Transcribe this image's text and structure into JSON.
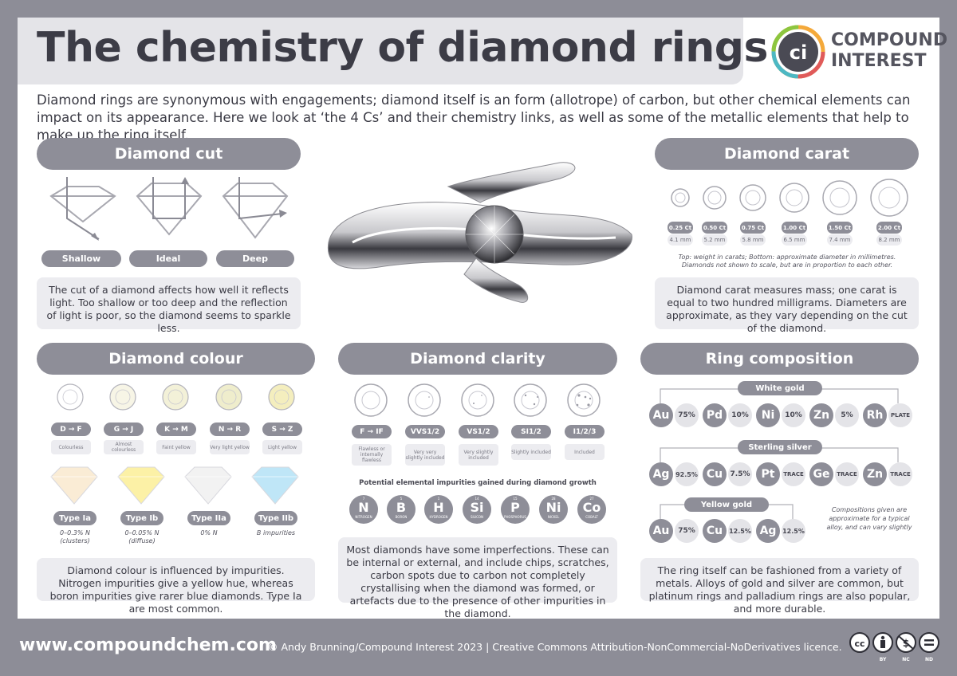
{
  "header": {
    "title": "The chemistry of diamond rings",
    "logo_line1": "COMPOUND",
    "logo_line2": "INTEREST",
    "logo_mark": "ci"
  },
  "intro": "Diamond rings are synonymous with engagements; diamond itself is an form (allotrope) of carbon, but other chemical elements can impact on its appearance. Here we look at ‘the 4 Cs’ and their chemistry links, as well as some of the metallic elements that help to make up the ring itself.",
  "cut": {
    "heading": "Diamond cut",
    "labels": [
      "Shallow",
      "Ideal",
      "Deep"
    ],
    "description": "The cut of a diamond affects how well it reflects light. Too shallow or too deep and the reflection of light is poor, so the diamond seems to sparkle less."
  },
  "carat": {
    "heading": "Diamond carat",
    "weights": [
      "0.25 Ct",
      "0.50 Ct",
      "0.75 Ct",
      "1.00 Ct",
      "1.50 Ct",
      "2.00 Ct"
    ],
    "diameters": [
      "4.1 mm",
      "5.2 mm",
      "5.8 mm",
      "6.5 mm",
      "7.4 mm",
      "8.2 mm"
    ],
    "note": "Top: weight in carats; Bottom: approximate diameter in millimetres. Diamonds not shown to scale, but are in proportion to each other.",
    "description": "Diamond carat measures mass; one carat is equal to two hundred milligrams. Diameters are approximate, as they vary depending on the cut of the diamond."
  },
  "colour": {
    "heading": "Diamond colour",
    "grades": [
      "D → F",
      "G → J",
      "K → M",
      "N → R",
      "S → Z"
    ],
    "grade_labels": [
      "Colourless",
      "Almost colourless",
      "Faint yellow",
      "Very light yellow",
      "Light yellow"
    ],
    "types": [
      "Type Ia",
      "Type Ib",
      "Type IIa",
      "Type IIb"
    ],
    "type_notes": [
      "0–0.3% N (clusters)",
      "0–0.05% N (diffuse)",
      "0% N",
      "B impurities"
    ],
    "description": "Diamond colour is influenced by impurities. Nitrogen impurities give a yellow hue, whereas boron impurities give rarer blue diamonds. Type Ia are most common.",
    "gem_colors": [
      "#faecd5",
      "#fcf1a6",
      "#f2f2f2",
      "#bfe6f7"
    ]
  },
  "clarity": {
    "heading": "Diamond clarity",
    "grades": [
      "F → IF",
      "VVS1/2",
      "VS1/2",
      "SI1/2",
      "I1/2/3"
    ],
    "grade_labels": [
      "Flawless or internally flawless",
      "Very very slightly included",
      "Very slightly included",
      "Slightly included",
      "Included"
    ],
    "impurities_heading": "Potential elemental impurities gained during diamond growth",
    "elements": [
      {
        "num": "7",
        "sym": "N",
        "name": "NITROGEN"
      },
      {
        "num": "5",
        "sym": "B",
        "name": "BORON"
      },
      {
        "num": "1",
        "sym": "H",
        "name": "HYDROGEN"
      },
      {
        "num": "14",
        "sym": "Si",
        "name": "SILICON"
      },
      {
        "num": "15",
        "sym": "P",
        "name": "PHOSPHORUS"
      },
      {
        "num": "28",
        "sym": "Ni",
        "name": "NICKEL"
      },
      {
        "num": "27",
        "sym": "Co",
        "name": "COBALT"
      }
    ],
    "description": "Most diamonds have some imperfections. These can be internal or external, and include chips, scratches, carbon spots due to carbon not completely crystallising when the diamond was formed, or artefacts due to the presence of other impurities in the diamond."
  },
  "ring": {
    "heading": "Ring composition",
    "white_gold": {
      "label": "White gold",
      "metals": [
        "Au",
        "Pd",
        "Ni",
        "Zn",
        "Rh"
      ],
      "amounts": [
        "75%",
        "10%",
        "10%",
        "5%",
        "PLATE"
      ]
    },
    "sterling_silver": {
      "label": "Sterling silver",
      "metals": [
        "Ag",
        "Cu",
        "Pt",
        "Ge",
        "Zn"
      ],
      "amounts": [
        "92.5%",
        "7.5%",
        "TRACE",
        "TRACE",
        "TRACE"
      ]
    },
    "yellow_gold": {
      "label": "Yellow gold",
      "metals": [
        "Au",
        "Cu",
        "Ag"
      ],
      "amounts": [
        "75%",
        "12.5%",
        "12.5%"
      ]
    },
    "note": "Compositions given are approximate for a typical alloy, and can vary slightly",
    "description": "The ring itself can be fashioned from a variety of metals. Alloys of gold and silver are common, but platinum rings and palladium rings are also popular, and more durable."
  },
  "footer": {
    "url": "www.compoundchem.com",
    "copyright": "© Andy Brunning/Compound Interest 2023 | Creative Commons Attribution-NonCommercial-NoDerivatives licence.",
    "cc_labels": [
      "BY",
      "NC",
      "ND"
    ]
  }
}
